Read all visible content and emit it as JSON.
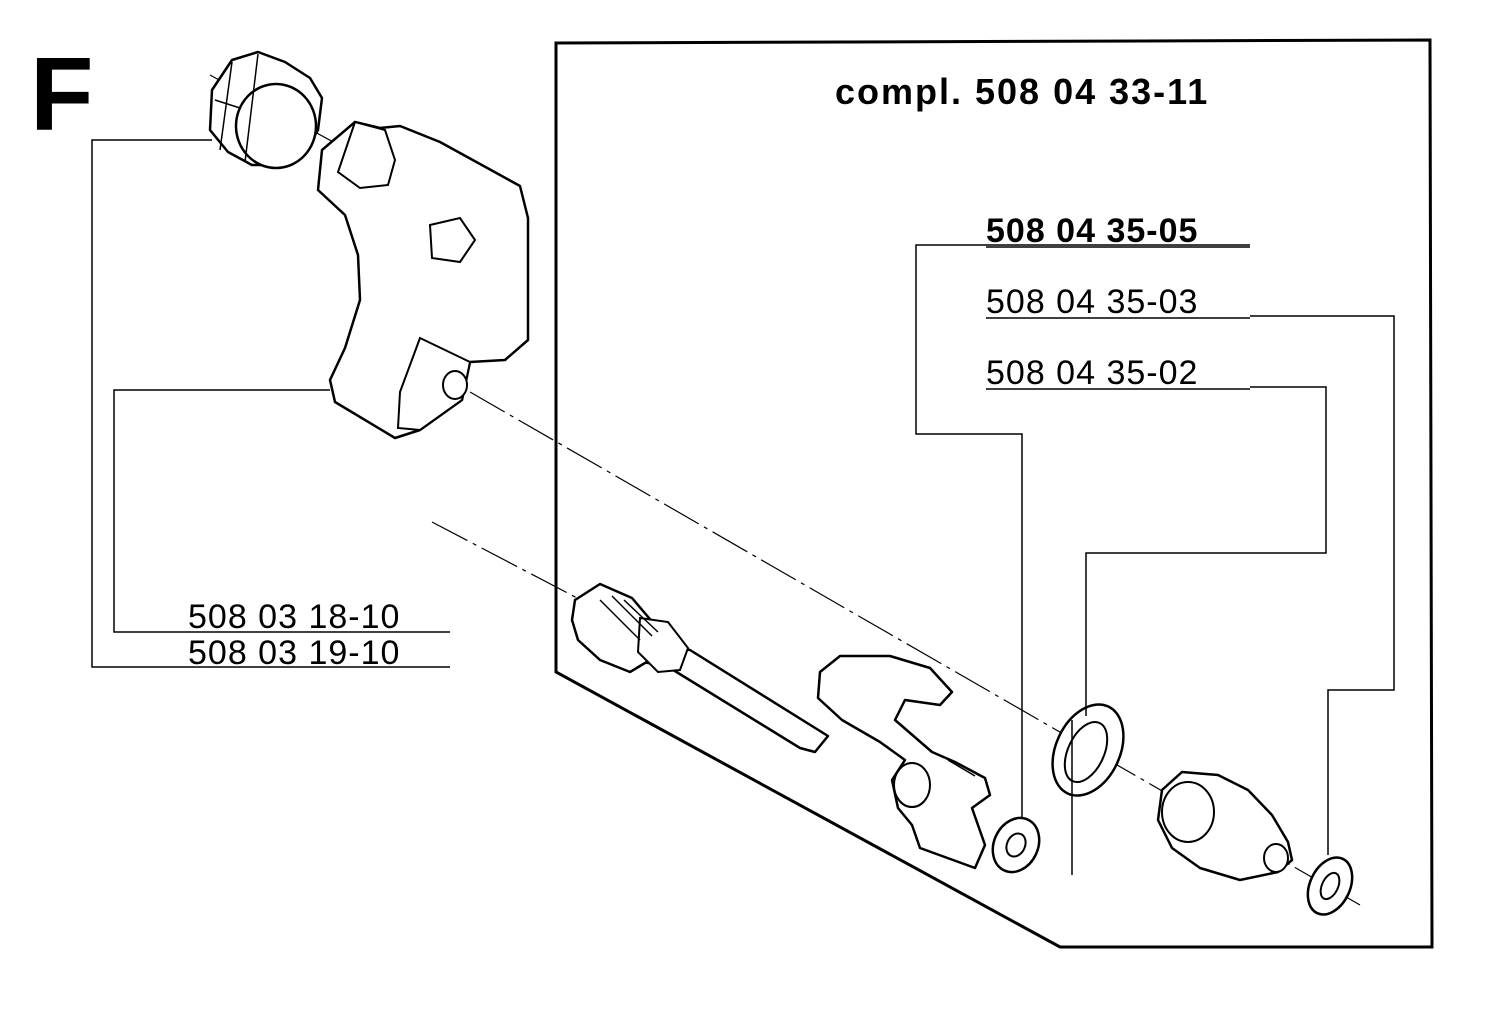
{
  "diagram": {
    "section_letter": "F",
    "assembly_label": "compl. 508 04 33-11",
    "parts": [
      {
        "id": "part-a",
        "number": "508 04 35-05",
        "bold": true
      },
      {
        "id": "part-b",
        "number": "508 04 35-03",
        "bold": false
      },
      {
        "id": "part-c",
        "number": "508 04 35-02",
        "bold": false
      },
      {
        "id": "part-d",
        "number": "508 03 18-10",
        "bold": false
      },
      {
        "id": "part-e",
        "number": "508 03 19-10",
        "bold": false
      }
    ]
  }
}
